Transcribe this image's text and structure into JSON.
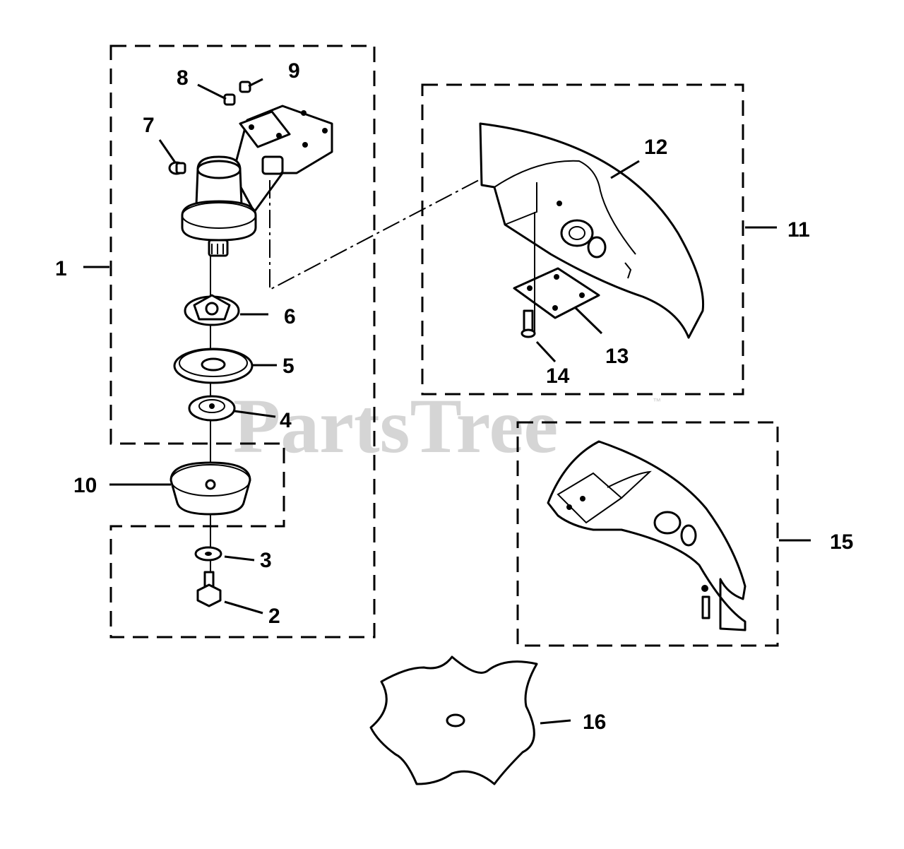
{
  "watermark": {
    "text": "PartsTree",
    "tm": "™"
  },
  "callouts": {
    "c1": "1",
    "c2": "2",
    "c3": "3",
    "c4": "4",
    "c5": "5",
    "c6": "6",
    "c7": "7",
    "c8": "8",
    "c9": "9",
    "c10": "10",
    "c11": "11",
    "c12": "12",
    "c13": "13",
    "c14": "14",
    "c15": "15",
    "c16": "16"
  }
}
